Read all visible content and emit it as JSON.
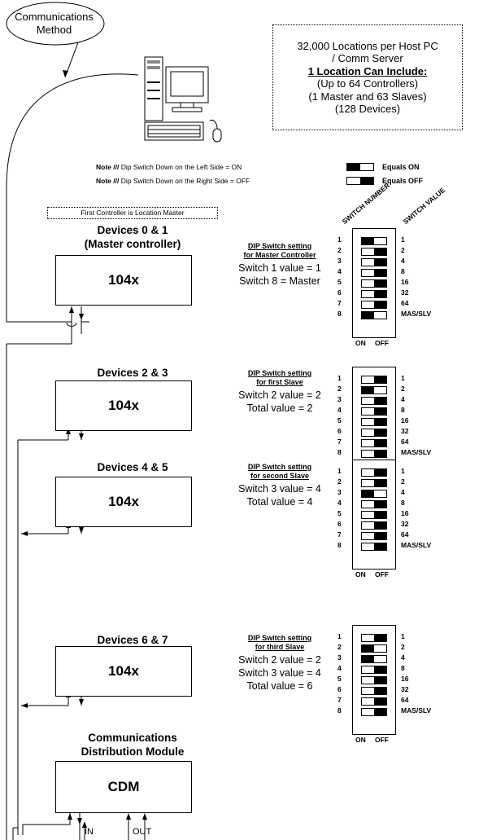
{
  "callout": {
    "line1": "Communications",
    "line2": "Method"
  },
  "info_box": {
    "line1": "32,000 Locations per Host PC",
    "line2": "/ Comm Server",
    "line3": "1 Location Can Include:",
    "line4": "(Up to 64 Controllers)",
    "line5": "(1 Master and 63 Slaves)",
    "line6": "(128 Devices)"
  },
  "notes": {
    "note1_prefix": "Note ///",
    "note1_text": " Dip Switch Down on the Left Side = ON",
    "note2_prefix": "Note ///",
    "note2_text": " Dip Switch Down on the Right Side  = OFF",
    "equals_on": "Equals ON",
    "equals_off": "Equals OFF"
  },
  "master_label": "First Controller is Location Master",
  "column_heads": {
    "switch_number": "SWITCH NUMBER",
    "switch_value": "SWITCH VALUE"
  },
  "switch_values": [
    "1",
    "2",
    "4",
    "8",
    "16",
    "32",
    "64",
    "MAS/SLV"
  ],
  "switch_numbers": [
    "1",
    "2",
    "3",
    "4",
    "5",
    "6",
    "7",
    "8"
  ],
  "on_label": "ON",
  "off_label": "OFF",
  "controllers": [
    {
      "title1": "Devices 0 & 1",
      "title2": "(Master controller)",
      "box": "104x",
      "dip_heading1": "DIP Switch setting",
      "dip_heading2": "for Master Controller",
      "desc": [
        "Switch 1 value = 1",
        "Switch 8 = Master"
      ],
      "switches": [
        "on",
        "off",
        "off",
        "off",
        "off",
        "off",
        "off",
        "on"
      ]
    },
    {
      "title1": "Devices 2 & 3",
      "title2": "(1st Slave controller)",
      "box": "104x",
      "dip_heading1": "DIP Switch setting",
      "dip_heading2": "for first Slave",
      "desc": [
        "Switch 2 value = 2",
        "Total value = 2"
      ],
      "switches": [
        "off",
        "on",
        "off",
        "off",
        "off",
        "off",
        "off",
        "off"
      ]
    },
    {
      "title1": "Devices 4 & 5",
      "title2": "(2nd Slave controller)",
      "box": "104x",
      "dip_heading1": "DIP Switch setting",
      "dip_heading2": "for second Slave",
      "desc": [
        "Switch 3 value = 4",
        "Total value = 4"
      ],
      "switches": [
        "off",
        "off",
        "on",
        "off",
        "off",
        "off",
        "off",
        "off"
      ]
    },
    {
      "title1": "Devices 6 & 7",
      "title2": "(3rd Slave controller)",
      "box": "104x",
      "dip_heading1": "DIP Switch setting",
      "dip_heading2": "for third Slave",
      "desc": [
        "Switch 2 value = 2",
        "Switch 3 value = 4",
        "Total value = 6"
      ],
      "switches": [
        "off",
        "on",
        "on",
        "off",
        "off",
        "off",
        "off",
        "off"
      ]
    }
  ],
  "cdm": {
    "title1": "Communications",
    "title2": "Distribution Module",
    "box": "CDM",
    "in_label": "IN",
    "out_label": "OUT"
  }
}
